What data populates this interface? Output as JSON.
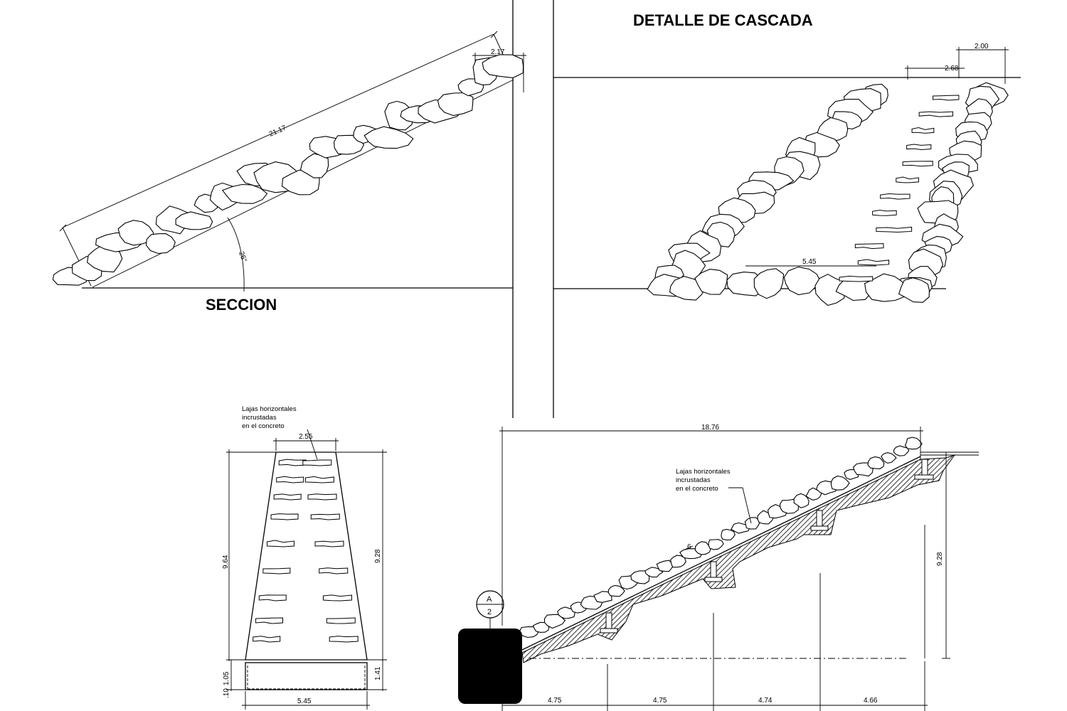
{
  "titles": {
    "cascade_detail": "DETALLE DE CASCADA",
    "section": "SECCION"
  },
  "section_view": {
    "dims": {
      "slope_length": "21.17",
      "top_width": "2.17",
      "angle": "26°"
    }
  },
  "plan_view": {
    "dims": {
      "top_width": "2.00",
      "inner_width": "2.68",
      "bottom_width": "5.45"
    }
  },
  "front_view": {
    "note_line1": "Lajas horizontales",
    "note_line2": "incrustadas",
    "note_line3": "en el concreto",
    "dims": {
      "top": "2.55",
      "left_height": "9.64",
      "right_height": "9.28",
      "base_left_upper": "1.05",
      "base_left_lower": ".10",
      "base_right": "1.41",
      "bottom": "5.45"
    }
  },
  "long_section": {
    "note_line1": "Lajas horizontales",
    "note_line2": "incrustadas",
    "note_line3": "en el concreto",
    "dims": {
      "total_length": "18.76",
      "height": "9.28",
      "seg1": "4.75",
      "seg2": "4.75",
      "seg3": "4.74",
      "seg4": "4.66"
    },
    "slope_mark": "6",
    "callout_top": "A",
    "callout_bottom": "2"
  }
}
